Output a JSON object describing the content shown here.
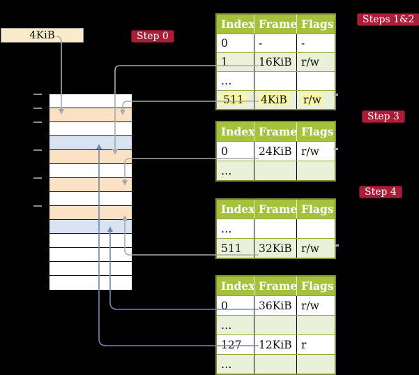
{
  "frame_label": {
    "text": "4KiB"
  },
  "badges": {
    "step0": {
      "label": "Step 0"
    },
    "steps12": {
      "label": "Steps 1&2"
    },
    "step3": {
      "label": "Step 3"
    },
    "step4": {
      "label": "Step 4"
    }
  },
  "memory": {
    "description": "physical memory column, one row per 4KiB frame, top = offset 0",
    "rows": [
      {
        "offset": "0KiB",
        "type": "plain"
      },
      {
        "offset": "4KiB",
        "type": "pagetable"
      },
      {
        "offset": "8KiB",
        "type": "plain"
      },
      {
        "offset": "12KiB",
        "type": "mapped"
      },
      {
        "offset": "16KiB",
        "type": "pagetable"
      },
      {
        "offset": "20KiB",
        "type": "plain"
      },
      {
        "offset": "24KiB",
        "type": "pagetable"
      },
      {
        "offset": "28KiB",
        "type": "plain"
      },
      {
        "offset": "32KiB",
        "type": "pagetable"
      },
      {
        "offset": "36KiB",
        "type": "mapped"
      },
      {
        "offset": "40KiB",
        "type": "plain"
      },
      {
        "offset": "44KiB",
        "type": "plain"
      },
      {
        "offset": "48KiB",
        "type": "plain"
      },
      {
        "offset": "52KiB",
        "type": "plain"
      }
    ]
  },
  "tables": [
    {
      "id": "page-table-steps-1-2",
      "headers": [
        "Index",
        "Frame",
        "Flags"
      ],
      "rows": [
        {
          "cells": [
            "0",
            "-",
            "-"
          ],
          "shaded": false,
          "highlight": false
        },
        {
          "cells": [
            "1",
            "16KiB",
            "r/w"
          ],
          "shaded": true,
          "highlight": false
        },
        {
          "cells": [
            "…",
            "",
            ""
          ],
          "shaded": false,
          "highlight": false
        },
        {
          "cells": [
            "511",
            "4KiB",
            "r/w"
          ],
          "shaded": true,
          "highlight": true
        }
      ]
    },
    {
      "id": "page-table-step-3",
      "headers": [
        "Index",
        "Frame",
        "Flags"
      ],
      "rows": [
        {
          "cells": [
            "0",
            "24KiB",
            "r/w"
          ],
          "shaded": false,
          "highlight": false
        },
        {
          "cells": [
            "…",
            "",
            ""
          ],
          "shaded": true,
          "highlight": false
        }
      ]
    },
    {
      "id": "page-table-step-4-upper",
      "headers": [
        "Index",
        "Frame",
        "Flags"
      ],
      "rows": [
        {
          "cells": [
            "…",
            "",
            ""
          ],
          "shaded": false,
          "highlight": false
        },
        {
          "cells": [
            "511",
            "32KiB",
            "r/w"
          ],
          "shaded": true,
          "highlight": false
        }
      ]
    },
    {
      "id": "page-table-step-4-lower",
      "headers": [
        "Index",
        "Frame",
        "Flags"
      ],
      "rows": [
        {
          "cells": [
            "0",
            "36KiB",
            "r/w"
          ],
          "shaded": false,
          "highlight": false
        },
        {
          "cells": [
            "…",
            "",
            ""
          ],
          "shaded": true,
          "highlight": false
        },
        {
          "cells": [
            "127",
            "12KiB",
            "r"
          ],
          "shaded": false,
          "highlight": false
        },
        {
          "cells": [
            "…",
            "",
            ""
          ],
          "shaded": true,
          "highlight": false
        }
      ]
    }
  ],
  "arrows": [
    {
      "from": "4KiB label",
      "to": "memory frame 4KiB",
      "color": "gray"
    },
    {
      "from": "table1 entry 1 (16KiB)",
      "to": "memory frame 16KiB",
      "color": "gray"
    },
    {
      "from": "table1 entry 511 (4KiB)",
      "to": "memory frame 4KiB",
      "color": "gray"
    },
    {
      "from": "table2 entry 0 (24KiB)",
      "to": "memory frame 24KiB",
      "color": "gray"
    },
    {
      "from": "table3 entry 511 (32KiB)",
      "to": "memory frame 32KiB",
      "color": "gray"
    },
    {
      "from": "table4 entry 0 (36KiB)",
      "to": "memory frame 36KiB",
      "color": "blue"
    },
    {
      "from": "table4 entry 127 (12KiB)",
      "to": "memory frame 12KiB",
      "color": "blue"
    }
  ],
  "colors": {
    "table_header_green": "#a6c23c",
    "table_row_green": "#ebf1d9",
    "table_border_olive": "#7c8c2e",
    "pagetable_frame_peach": "#fbe2c5",
    "mapped_frame_blue": "#d7e3f3",
    "label_box_cream": "#faeccb",
    "badge_red": "#a81e38",
    "highlight_yellow": "#fcf8a2",
    "arrow_gray": "#a9a9a9",
    "arrow_blue": "#7089b8"
  }
}
